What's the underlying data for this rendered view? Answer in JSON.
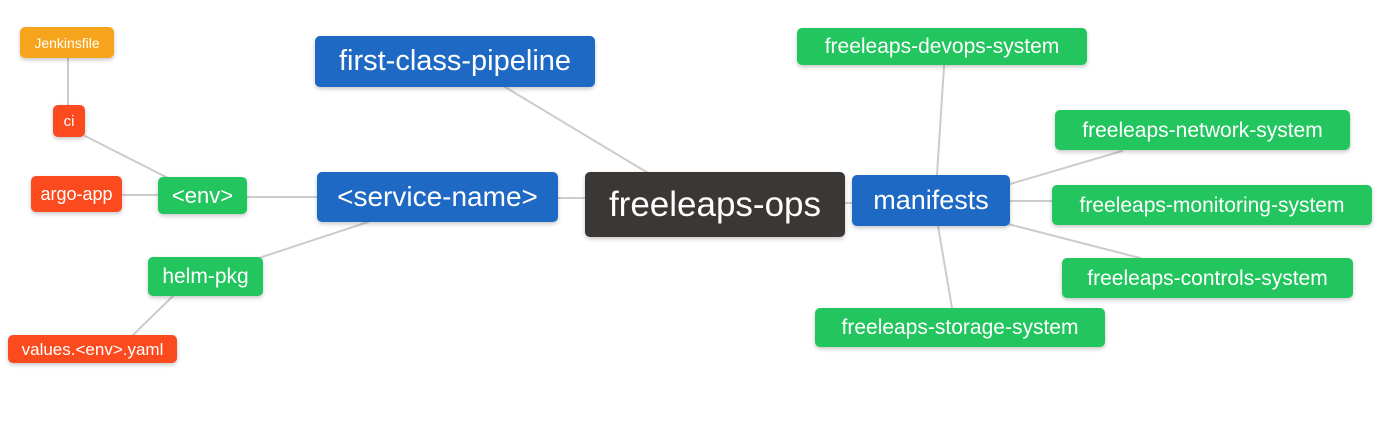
{
  "diagram": {
    "type": "mindmap",
    "root_label": "freeleaps-ops",
    "colors": {
      "blue": "#1e69c3",
      "green": "#22c55e",
      "orange": "#f7a41d",
      "red": "#fa4a1e",
      "dark": "#3b3735",
      "edge": "#cccccc",
      "text": "#ffffff"
    },
    "nodes": [
      {
        "id": "jenkinsfile",
        "label": "Jenkinsfile",
        "color": "orange"
      },
      {
        "id": "ci",
        "label": "ci",
        "color": "red"
      },
      {
        "id": "argo-app",
        "label": "argo-app",
        "color": "red"
      },
      {
        "id": "env",
        "label": "<env>",
        "color": "green"
      },
      {
        "id": "service-name",
        "label": "<service-name>",
        "color": "blue"
      },
      {
        "id": "first-class-pipeline",
        "label": "first-class-pipeline",
        "color": "blue"
      },
      {
        "id": "freeleaps-ops",
        "label": "freeleaps-ops",
        "color": "dark"
      },
      {
        "id": "manifests",
        "label": "manifests",
        "color": "blue"
      },
      {
        "id": "freeleaps-devops-system",
        "label": "freeleaps-devops-system",
        "color": "green"
      },
      {
        "id": "freeleaps-network-system",
        "label": "freeleaps-network-system",
        "color": "green"
      },
      {
        "id": "freeleaps-monitoring-system",
        "label": "freeleaps-monitoring-system",
        "color": "green"
      },
      {
        "id": "freeleaps-controls-system",
        "label": "freeleaps-controls-system",
        "color": "green"
      },
      {
        "id": "freeleaps-storage-system",
        "label": "freeleaps-storage-system",
        "color": "green"
      },
      {
        "id": "helm-pkg",
        "label": "helm-pkg",
        "color": "green"
      },
      {
        "id": "values-env-yaml",
        "label": "values.<env>.yaml",
        "color": "red"
      }
    ],
    "edges": [
      {
        "from": "jenkinsfile",
        "to": "ci"
      },
      {
        "from": "ci",
        "to": "env"
      },
      {
        "from": "argo-app",
        "to": "env"
      },
      {
        "from": "env",
        "to": "service-name"
      },
      {
        "from": "service-name",
        "to": "freeleaps-ops"
      },
      {
        "from": "first-class-pipeline",
        "to": "freeleaps-ops"
      },
      {
        "from": "service-name",
        "to": "helm-pkg"
      },
      {
        "from": "helm-pkg",
        "to": "values-env-yaml"
      },
      {
        "from": "freeleaps-ops",
        "to": "manifests"
      },
      {
        "from": "manifests",
        "to": "freeleaps-devops-system"
      },
      {
        "from": "manifests",
        "to": "freeleaps-network-system"
      },
      {
        "from": "manifests",
        "to": "freeleaps-monitoring-system"
      },
      {
        "from": "manifests",
        "to": "freeleaps-controls-system"
      },
      {
        "from": "manifests",
        "to": "freeleaps-storage-system"
      }
    ]
  }
}
